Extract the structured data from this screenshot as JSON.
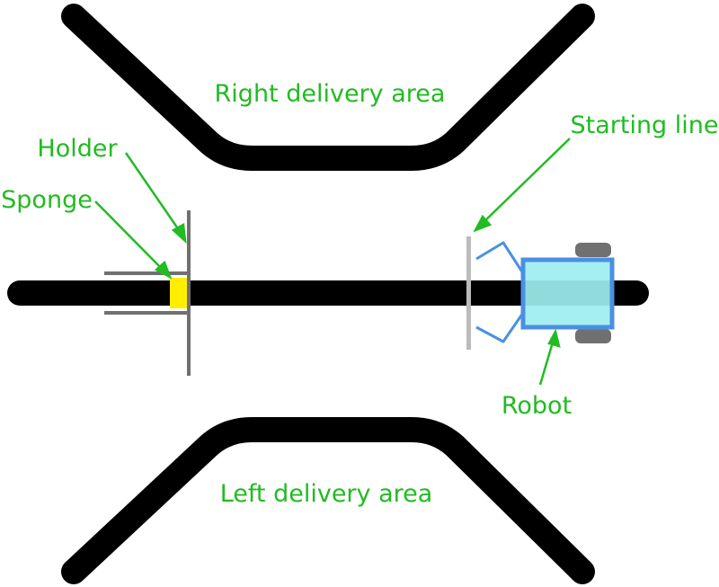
{
  "labels": {
    "right_area": "Right delivery area",
    "left_area": "Left delivery area",
    "starting_line": "Starting line",
    "holder": "Holder",
    "sponge": "Sponge",
    "robot": "Robot"
  },
  "colors": {
    "label": "#22bb22",
    "track": "#000000",
    "holder": "#707070",
    "sponge": "#ffee00",
    "start_line": "#bbbbbb",
    "robot_body": "#9eeef0",
    "robot_outline": "#4a90e2",
    "wheel": "#707070"
  }
}
